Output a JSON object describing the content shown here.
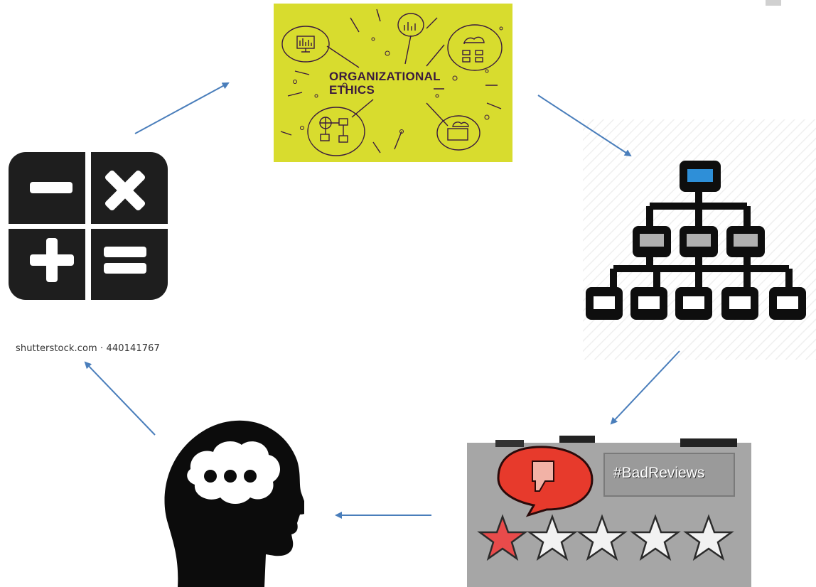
{
  "diagram": {
    "ethics_panel": {
      "title_line1": "ORGANIZATIONAL",
      "title_line2": "ETHICS",
      "bg_color": "#d8dc2e",
      "icons": [
        "bar-chart-icon",
        "chart-icon",
        "cloud-network-icon",
        "globe-network-icon",
        "cloud-monitor-icon"
      ]
    },
    "hierarchy": {
      "icon": "org-chart-icon",
      "accent": "#2e8fd8"
    },
    "reviews_panel": {
      "hashtag": "#BadReviews",
      "rating": 1,
      "max_rating": 5,
      "icon": "thumbs-down-icon"
    },
    "thinking_head": {
      "icon": "thinking-head-icon"
    },
    "calculator": {
      "icon": "calculator-icon"
    },
    "watermark": "shutterstock.com · 440141767",
    "arrow_color": "#4a7ebb"
  }
}
